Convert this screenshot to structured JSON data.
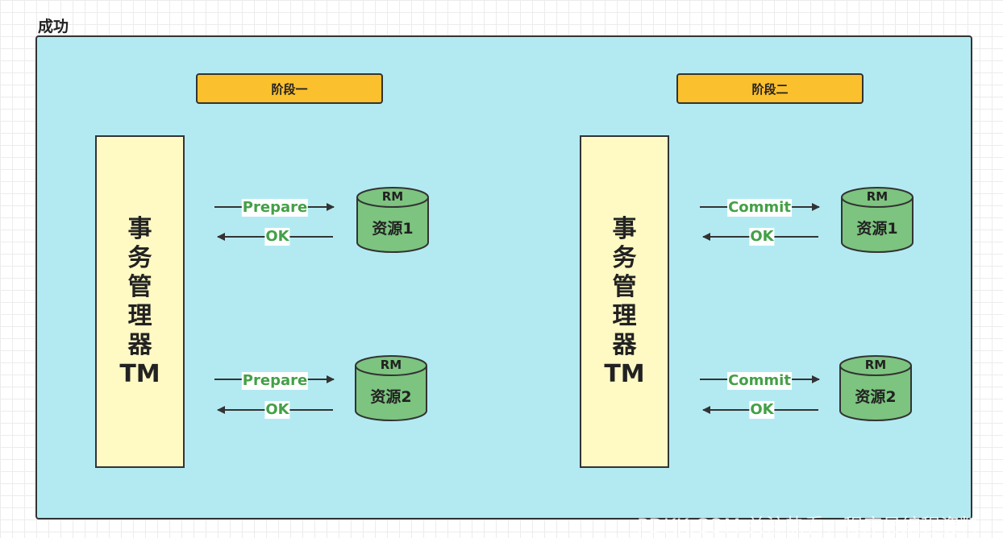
{
  "frame": {
    "title": "成功"
  },
  "phases": [
    {
      "label": "阶段一"
    },
    {
      "label": "阶段二"
    }
  ],
  "tm": [
    "事",
    "务",
    "管",
    "理",
    "器",
    "TM"
  ],
  "messages": {
    "prepare": "Prepare",
    "commit": "Commit",
    "ok": "OK"
  },
  "resources": [
    {
      "tag": "RM",
      "name": "资源1"
    },
    {
      "tag": "RM",
      "name": "资源2"
    }
  ],
  "watermark": "PDKK.COM 关注热看，程序员编程资料",
  "colors": {
    "panel": "#b3eaf2",
    "phase": "#fbc02d",
    "tm_box": "#fff9c4",
    "resource": "#7cc47f",
    "message_text": "#43a047"
  }
}
